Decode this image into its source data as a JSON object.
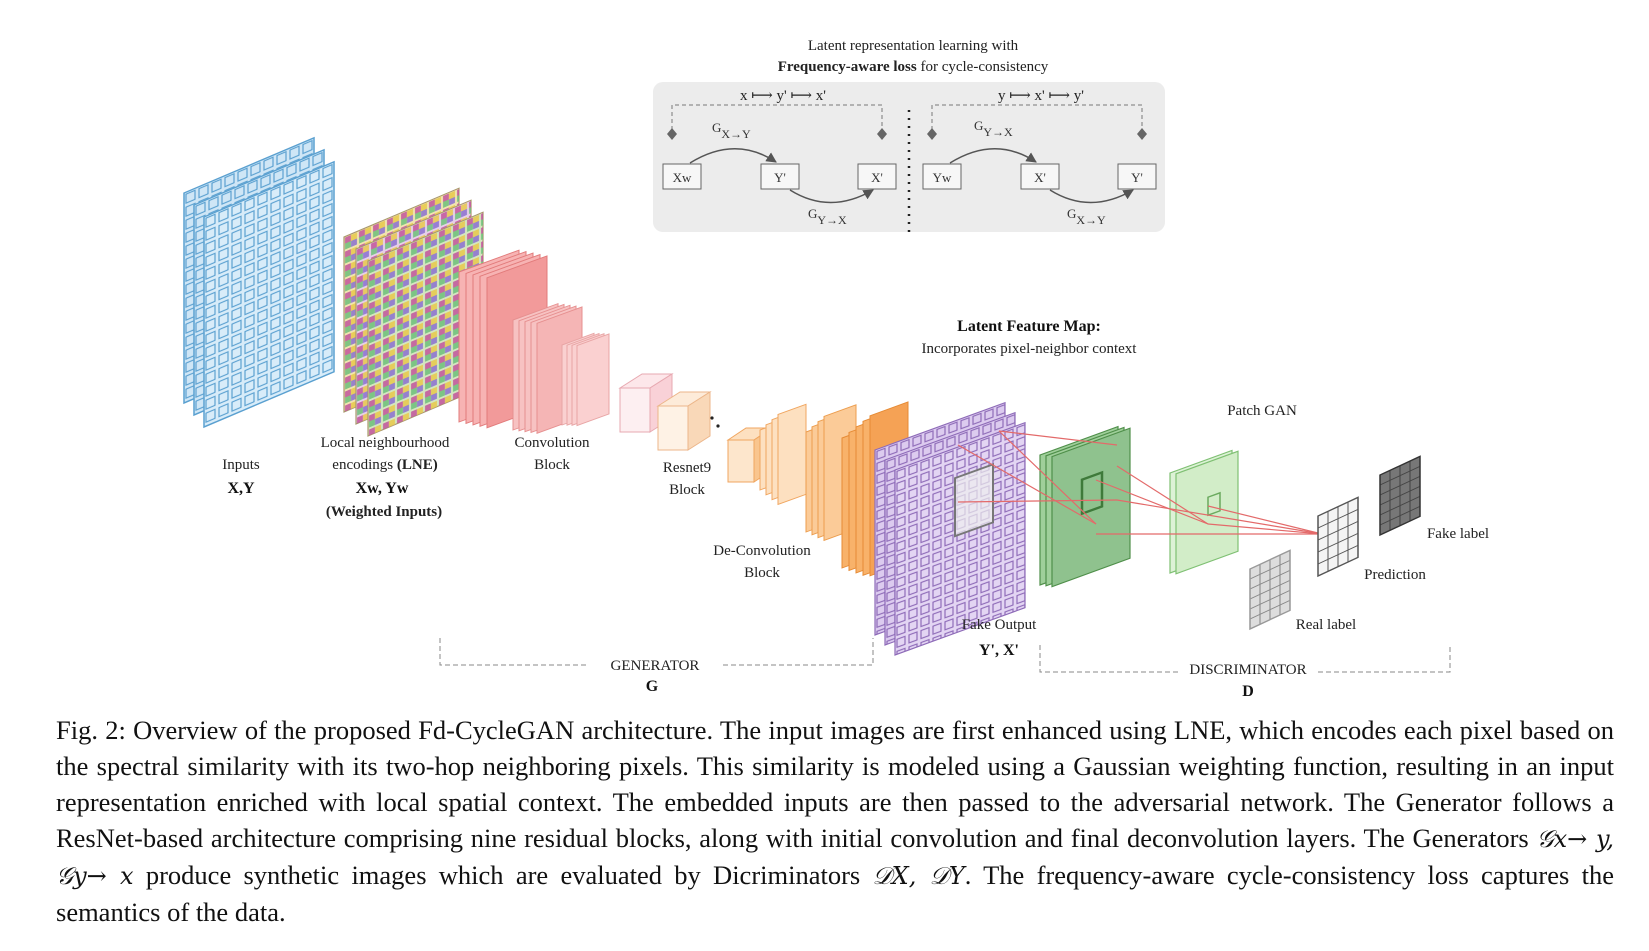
{
  "colors": {
    "inputs": "#8cc3e6",
    "conv": "#f4a3a3",
    "resnet": "#f9d7c8",
    "deconv": "#f7b06a",
    "fake_output": "#c7aee0",
    "discriminator": "#8fc28e",
    "patch": "#c6e8bd",
    "panel_bg": "#ececec",
    "projection_lines": "#e36a6a"
  },
  "top_panel": {
    "title_line1": "Latent representation learning with",
    "title_bold": "Frequency-aware loss",
    "title_rest": " for cycle-consistency",
    "left_mapping": "x ⟼ y' ⟼ x'",
    "right_mapping": "y ⟼ x' ⟼ y'",
    "left_boxes": [
      "Xw",
      "Y'",
      "X'"
    ],
    "right_boxes": [
      "Yw",
      "X'",
      "Y'"
    ],
    "left_gen_top": "G",
    "left_gen_top_sub": "X→Y",
    "left_gen_bottom": "G",
    "left_gen_bottom_sub": "Y→X",
    "right_gen_top": "G",
    "right_gen_top_sub": "Y→X",
    "right_gen_bottom": "G",
    "right_gen_bottom_sub": "X→Y"
  },
  "labels": {
    "inputs_1": "Inputs",
    "inputs_2": "X,Y",
    "lne_1": "Local neighbourhood",
    "lne_2": "encodings ",
    "lne_2b": "(LNE)",
    "lne_3": "Xw, Yw",
    "lne_4": "(Weighted Inputs)",
    "conv_1": "Convolution",
    "conv_2": "Block",
    "resnet_1": "Resnet9",
    "resnet_2": "Block",
    "deconv_1": "De-Convolution",
    "deconv_2": "Block",
    "latent_title": "Latent Feature Map:",
    "latent_sub": "Incorporates pixel-neighbor context",
    "fake_output_1": "Fake Output",
    "fake_output_2": "Y', X'",
    "patch_gan": "Patch GAN",
    "fake_label": "Fake label",
    "prediction": "Prediction",
    "real_label": "Real label",
    "generator_1": "GENERATOR",
    "generator_2": "G",
    "discriminator_1": "DISCRIMINATOR",
    "discriminator_2": "D"
  },
  "caption": {
    "part1": "Fig. 2: Overview of the proposed Fd-CycleGAN architecture. The input images are first enhanced using LNE, which encodes each pixel based on the spectral similarity with its two-hop neighboring pixels. This similarity is modeled using a Gaussian weighting function, resulting in an input representation enriched with local spatial context. The embedded inputs are then passed to the adversarial network. The Generator follows a ResNet-based architecture comprising nine residual blocks, along with initial convolution and final deconvolution layers. The Generators ",
    "math1": "𝒢x→ y, 𝒢y→ x",
    "part2": " produce synthetic images which are evaluated by Dicriminators ",
    "math2": "𝒟X, 𝒟Y",
    "part3": ". The frequency-aware cycle-consistency loss captures the semantics of the data."
  }
}
